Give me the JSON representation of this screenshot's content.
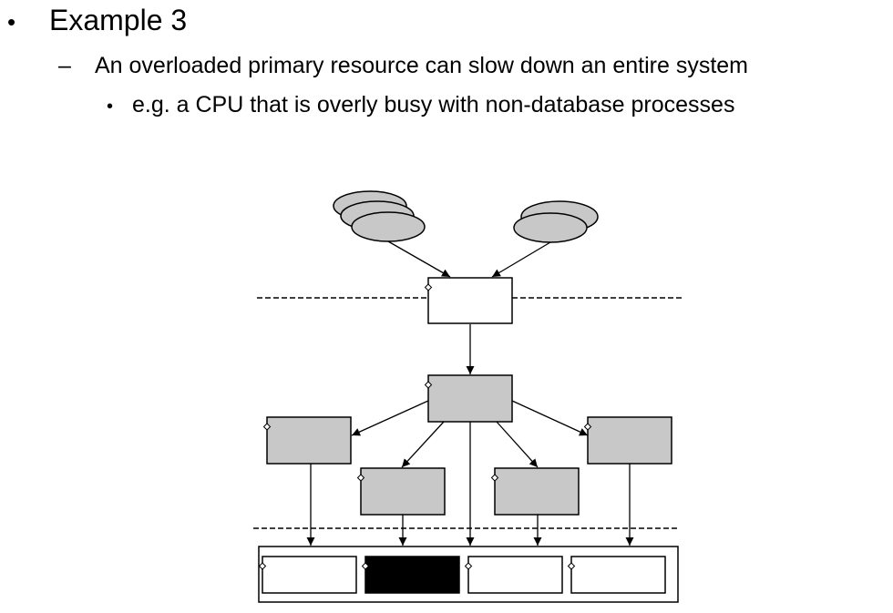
{
  "slide": {
    "bullets": [
      {
        "level": 1,
        "marker": "•",
        "text": "Example 3"
      },
      {
        "level": 2,
        "marker": "–",
        "text": "An overloaded primary resource can slow down an entire system"
      },
      {
        "level": 3,
        "marker": "•",
        "text": "e.g. a CPU that is overly busy with non-database processes"
      }
    ]
  },
  "diagram": {
    "colors": {
      "ellipse_fill": "#c8c8c8",
      "process_fill": "#c8c8c8",
      "frontend_fill": "#ffffff",
      "resource_idle_fill": "#ffffff",
      "resource_busy_fill": "#000000",
      "stroke": "#000000"
    },
    "client_groups": [
      {
        "name": "client-group-left",
        "ellipse_count": 3
      },
      {
        "name": "client-group-right",
        "ellipse_count": 2
      }
    ],
    "resources": [
      {
        "name": "resource-1",
        "state": "idle"
      },
      {
        "name": "resource-2-cpu",
        "state": "busy"
      },
      {
        "name": "resource-3",
        "state": "idle"
      },
      {
        "name": "resource-4",
        "state": "idle"
      }
    ]
  }
}
